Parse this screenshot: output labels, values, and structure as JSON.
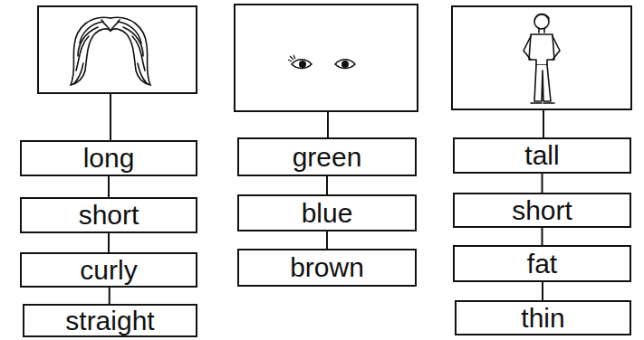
{
  "diagram": {
    "nodes": [
      {
        "text": [
          "long"
        ]
      },
      {
        "text": [
          "short"
        ]
      },
      {
        "text": [
          "curly"
        ]
      },
      {
        "text": [
          "straight"
        ]
      },
      {
        "text": [
          "green"
        ]
      },
      {
        "text": [
          "blue"
        ]
      },
      {
        "text": [
          "brown"
        ]
      },
      {
        "text": [
          "tall"
        ]
      },
      {
        "text": [
          "short"
        ]
      },
      {
        "text": [
          "fat"
        ]
      },
      {
        "text": [
          "thin"
        ]
      }
    ],
    "edges": [
      {
        "from": 0,
        "to": 1,
        "arrow": "none"
      },
      {
        "from": 1,
        "to": 2,
        "arrow": "none"
      },
      {
        "from": 2,
        "to": 3,
        "arrow": "none"
      },
      {
        "from": 4,
        "to": 5,
        "arrow": "none"
      },
      {
        "from": 5,
        "to": 6,
        "arrow": "none"
      },
      {
        "from": 7,
        "to": 8,
        "arrow": "none"
      },
      {
        "from": 8,
        "to": 9,
        "arrow": "none"
      },
      {
        "from": 9,
        "to": 10,
        "arrow": "none"
      }
    ]
  }
}
